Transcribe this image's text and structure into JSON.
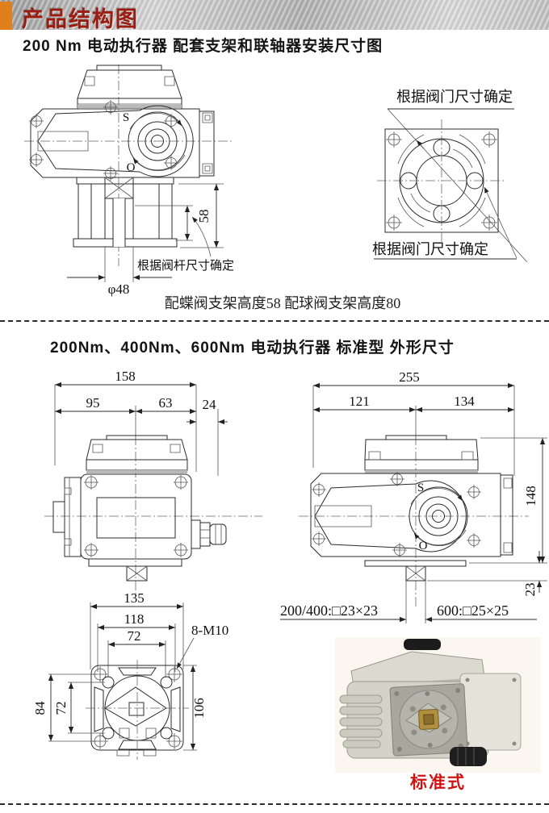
{
  "header": {
    "banner_title": "产品结构图"
  },
  "section1": {
    "title": "200 Nm 电动执行器  配套支架和联轴器安装尺寸图",
    "front_view": {
      "label_s": "S",
      "label_o": "O",
      "dim_height": "58",
      "dim_bore": "φ48",
      "note_stem": "根据阀杆尺寸确定"
    },
    "flange_view": {
      "note_top": "根据阀门尺寸确定",
      "note_bottom": "根据阀门尺寸确定"
    },
    "caption": "配蝶阀支架高度58  配球阀支架高度80"
  },
  "section2": {
    "title": "200Nm、400Nm、600Nm  电动执行器  标准型  外形尺寸",
    "side_view": {
      "dim_total_width": "158",
      "dim_left": "95",
      "dim_right": "63",
      "dim_gland": "24"
    },
    "front_view": {
      "dim_total_width": "255",
      "dim_left": "121",
      "dim_right": "134",
      "dim_height": "148",
      "dim_shaft": "23",
      "label_s": "S",
      "label_o": "O",
      "shaft_small": "200/400:□23×23",
      "shaft_large": "600:□25×25"
    },
    "bottom_view": {
      "dim_135": "135",
      "dim_118": "118",
      "dim_72_top": "72",
      "thread_note": "8-M10",
      "dim_84": "84",
      "dim_72_left": "72",
      "dim_106": "106"
    },
    "photo_caption": "标准式"
  }
}
